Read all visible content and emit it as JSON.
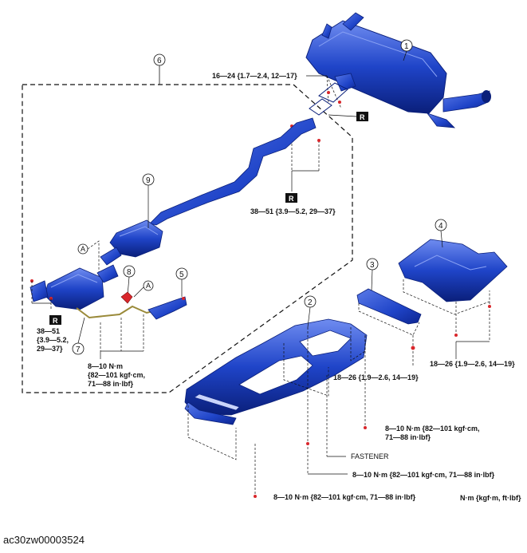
{
  "callouts": [
    "1",
    "2",
    "3",
    "4",
    "5",
    "6",
    "7",
    "8",
    "9"
  ],
  "ref_marks": {
    "r": "R",
    "a": "A"
  },
  "torques": {
    "t_16_24": "16—24 {1.7—2.4, 12—17}",
    "t_38_51_upper_1": "38—51 {3.9—5.2, 29—37}",
    "t_38_51_lower_1": "38—51",
    "t_38_51_lower_2": "{3.9—5.2,",
    "t_38_51_lower_3": "29—37}",
    "t_8_10_left_1": "8—10 N·m",
    "t_8_10_left_2": "{82—101 kgf·cm,",
    "t_8_10_left_3": "71—88 in·lbf}",
    "t_18_26_a": "18—26 {1.9—2.6, 14—19}",
    "t_18_26_b": "18—26 {1.9—2.6, 14—19}",
    "t_8_10_right_1": "8—10 N·m {82—101 kgf·cm,",
    "t_8_10_right_2": "71—88 in·lbf}",
    "fastener": "FASTENER",
    "t_8_10_mid": "8—10 N·m {82—101 kgf·cm, 71—88 in·lbf}",
    "t_8_10_bottom": "8—10 N·m {82—101 kgf·cm, 71—88 in·lbf}",
    "units": "N·m {kgf·m, ft·lbf}"
  },
  "image_code": "ac30zw00003524",
  "colors": {
    "part_blue": "#1f44c8",
    "part_dark": "#0a1f7a",
    "part_light": "#6f8cf0",
    "bolt_red": "#d9262b",
    "harness_olive": "#9a8a3a"
  }
}
